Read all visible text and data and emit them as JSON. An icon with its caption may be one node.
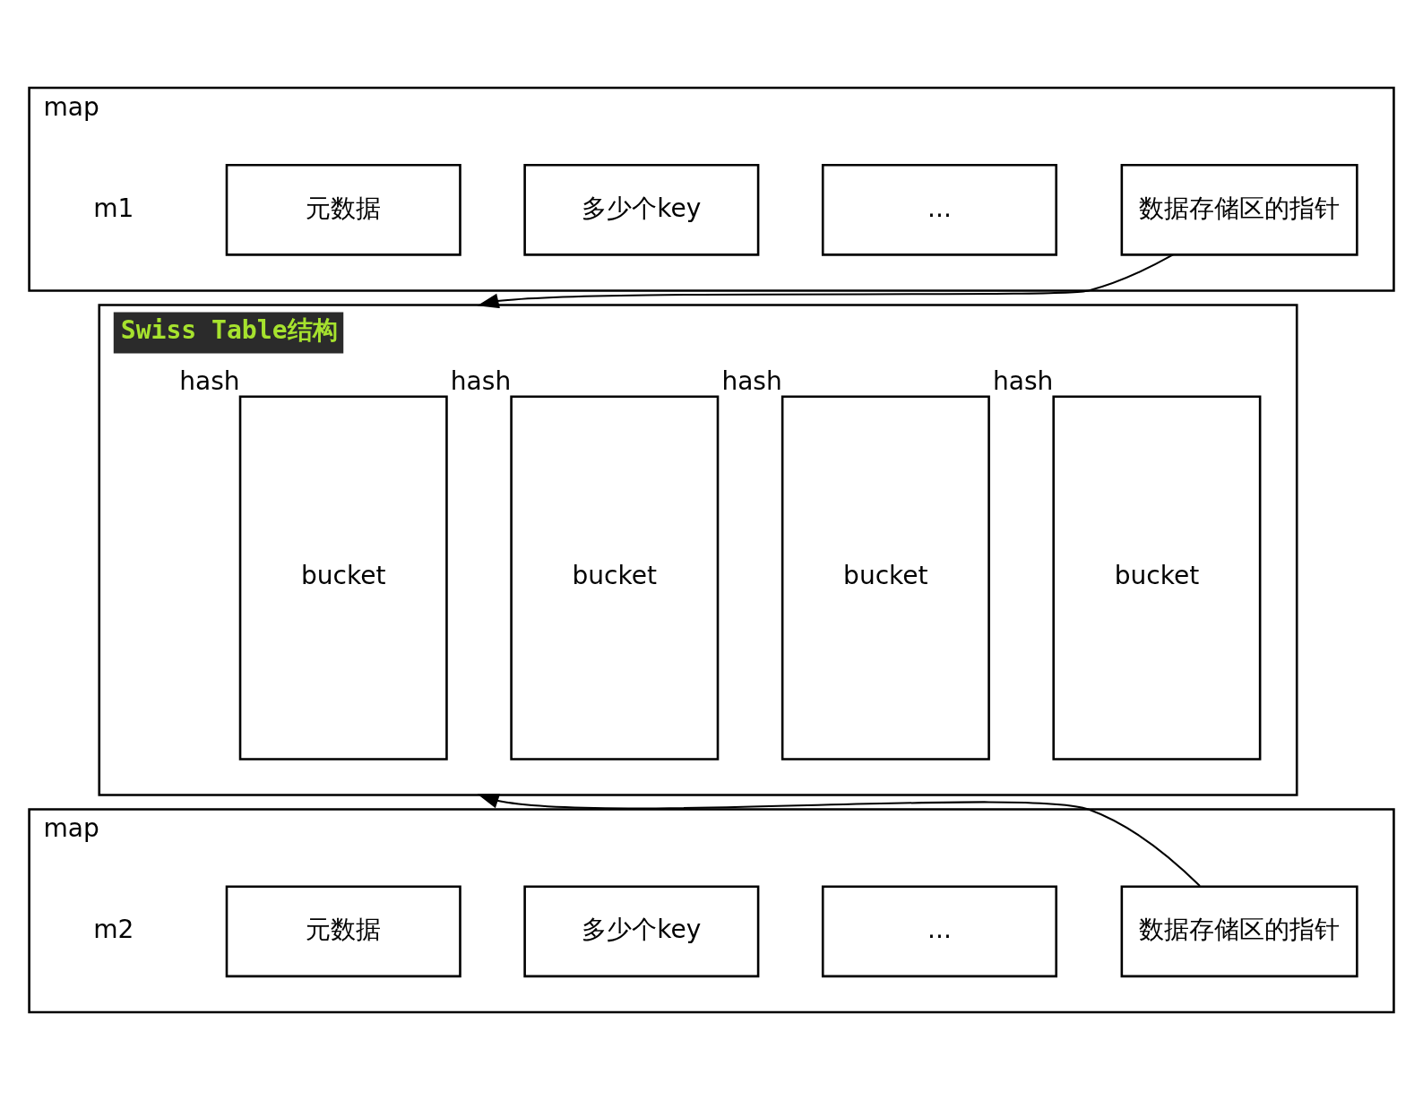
{
  "diagram": {
    "nodes": [
      {
        "text": [
          "map"
        ],
        "beside": [
          "m1"
        ]
      },
      {
        "text": [
          "元数据"
        ],
        "in": 0
      },
      {
        "text": [
          "多少个key"
        ],
        "in": 0
      },
      {
        "text": [
          "..."
        ],
        "in": 0
      },
      {
        "text": [
          "数据存储区的指针"
        ],
        "in": 0
      },
      {
        "text": [
          "Swiss Table结构"
        ]
      },
      {
        "text": [
          "bucket"
        ],
        "in": 5,
        "beside": [
          "hash"
        ]
      },
      {
        "text": [
          "bucket"
        ],
        "in": 5,
        "beside": [
          "hash"
        ]
      },
      {
        "text": [
          "bucket"
        ],
        "in": 5,
        "beside": [
          "hash"
        ]
      },
      {
        "text": [
          "bucket"
        ],
        "in": 5,
        "beside": [
          "hash"
        ]
      },
      {
        "text": [
          "map"
        ],
        "beside": [
          "m2"
        ]
      },
      {
        "text": [
          "元数据"
        ],
        "in": 10
      },
      {
        "text": [
          "多少个key"
        ],
        "in": 10
      },
      {
        "text": [
          "..."
        ],
        "in": 10
      },
      {
        "text": [
          "数据存储区的指针"
        ],
        "in": 10
      }
    ],
    "edges": [
      {
        "from": 4,
        "to": 5,
        "arrow": "to"
      },
      {
        "from": 14,
        "to": 5,
        "arrow": "to"
      }
    ]
  }
}
